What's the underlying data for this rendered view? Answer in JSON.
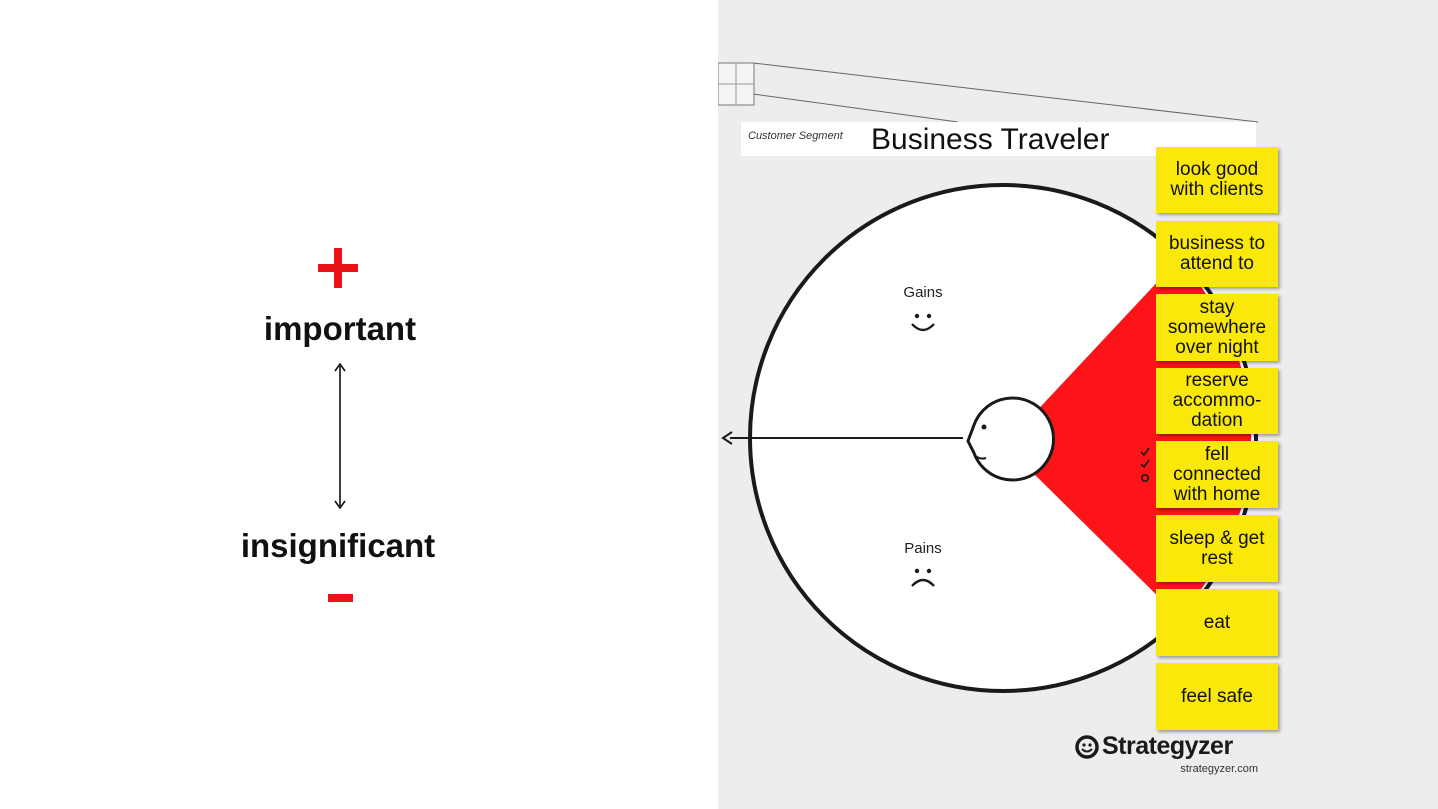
{
  "importance_scale": {
    "top_label": "important",
    "bottom_label": "insignificant"
  },
  "canvas": {
    "segment_label": "Customer Segment",
    "segment_title": "Business Traveler",
    "gains_label": "Gains",
    "pains_label": "Pains"
  },
  "customer_jobs": [
    "look good with clients",
    "business to attend to",
    "stay somewhere over night",
    "reserve accommo-dation",
    "fell connected with home",
    "sleep & get rest",
    "eat",
    "feel safe"
  ],
  "brand": {
    "name": "Strategyzer",
    "url": "strategyzer.com"
  },
  "colors": {
    "accent_red": "#e8141a",
    "sticky_yellow": "#f9e80a",
    "canvas_bg": "#ededee"
  }
}
